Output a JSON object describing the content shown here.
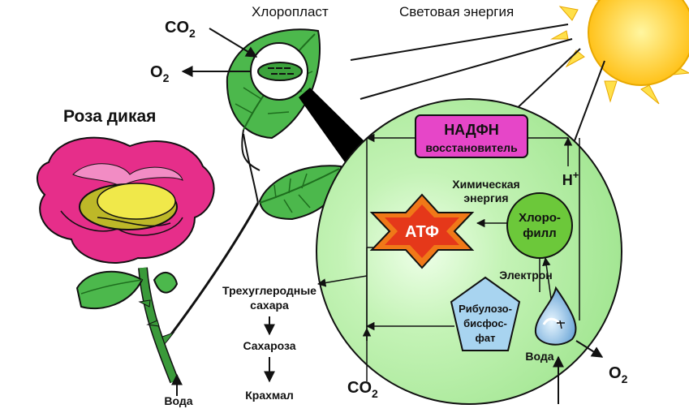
{
  "labels": {
    "chloroplast": "Хлоропласт",
    "light_energy": "Световая энергия",
    "rose": "Роза дикая",
    "co2_top": "CO",
    "co2_top_sub": "2",
    "o2_top": "O",
    "o2_top_sub": "2",
    "nadph": "НАДФН",
    "reducer": "восстановитель",
    "h_plus": "H",
    "h_plus_sup": "+",
    "chem_energy_1": "Химическая",
    "chem_energy_2": "энергия",
    "atp": "АТФ",
    "chlorophyll_1": "Хлоро-",
    "chlorophyll_2": "филл",
    "electron": "Электрон",
    "rubp_1": "Рибулозо-",
    "rubp_2": "бисфос-",
    "rubp_3": "фат",
    "water_drop": "Вода",
    "o2_bottom": "O",
    "o2_bottom_sub": "2",
    "co2_bottom": "CO",
    "co2_bottom_sub": "2",
    "triose_1": "Трехуглеродные",
    "triose_2": "сахара",
    "sucrose": "Сахароза",
    "starch": "Крахмал",
    "water_stem": "Вода"
  },
  "colors": {
    "sun": "#FFD21A",
    "sun_ray": "#FFE86A",
    "leaf": "#3DA33D",
    "leaf_light": "#8FD88A",
    "circle_fill": "#B6F0A8",
    "circle_center": "#E8FFE0",
    "nadph_box": "#E646C8",
    "atp_star": "#F07020",
    "atp_star_inner": "#E43A10",
    "chlorophyll": "#6CC83A",
    "rubp": "#A8D4F0",
    "petal": "#E62E8A",
    "petal_light": "#F27BBE",
    "flower_center": "#E6DE3A",
    "stem": "#3A9A3A"
  }
}
